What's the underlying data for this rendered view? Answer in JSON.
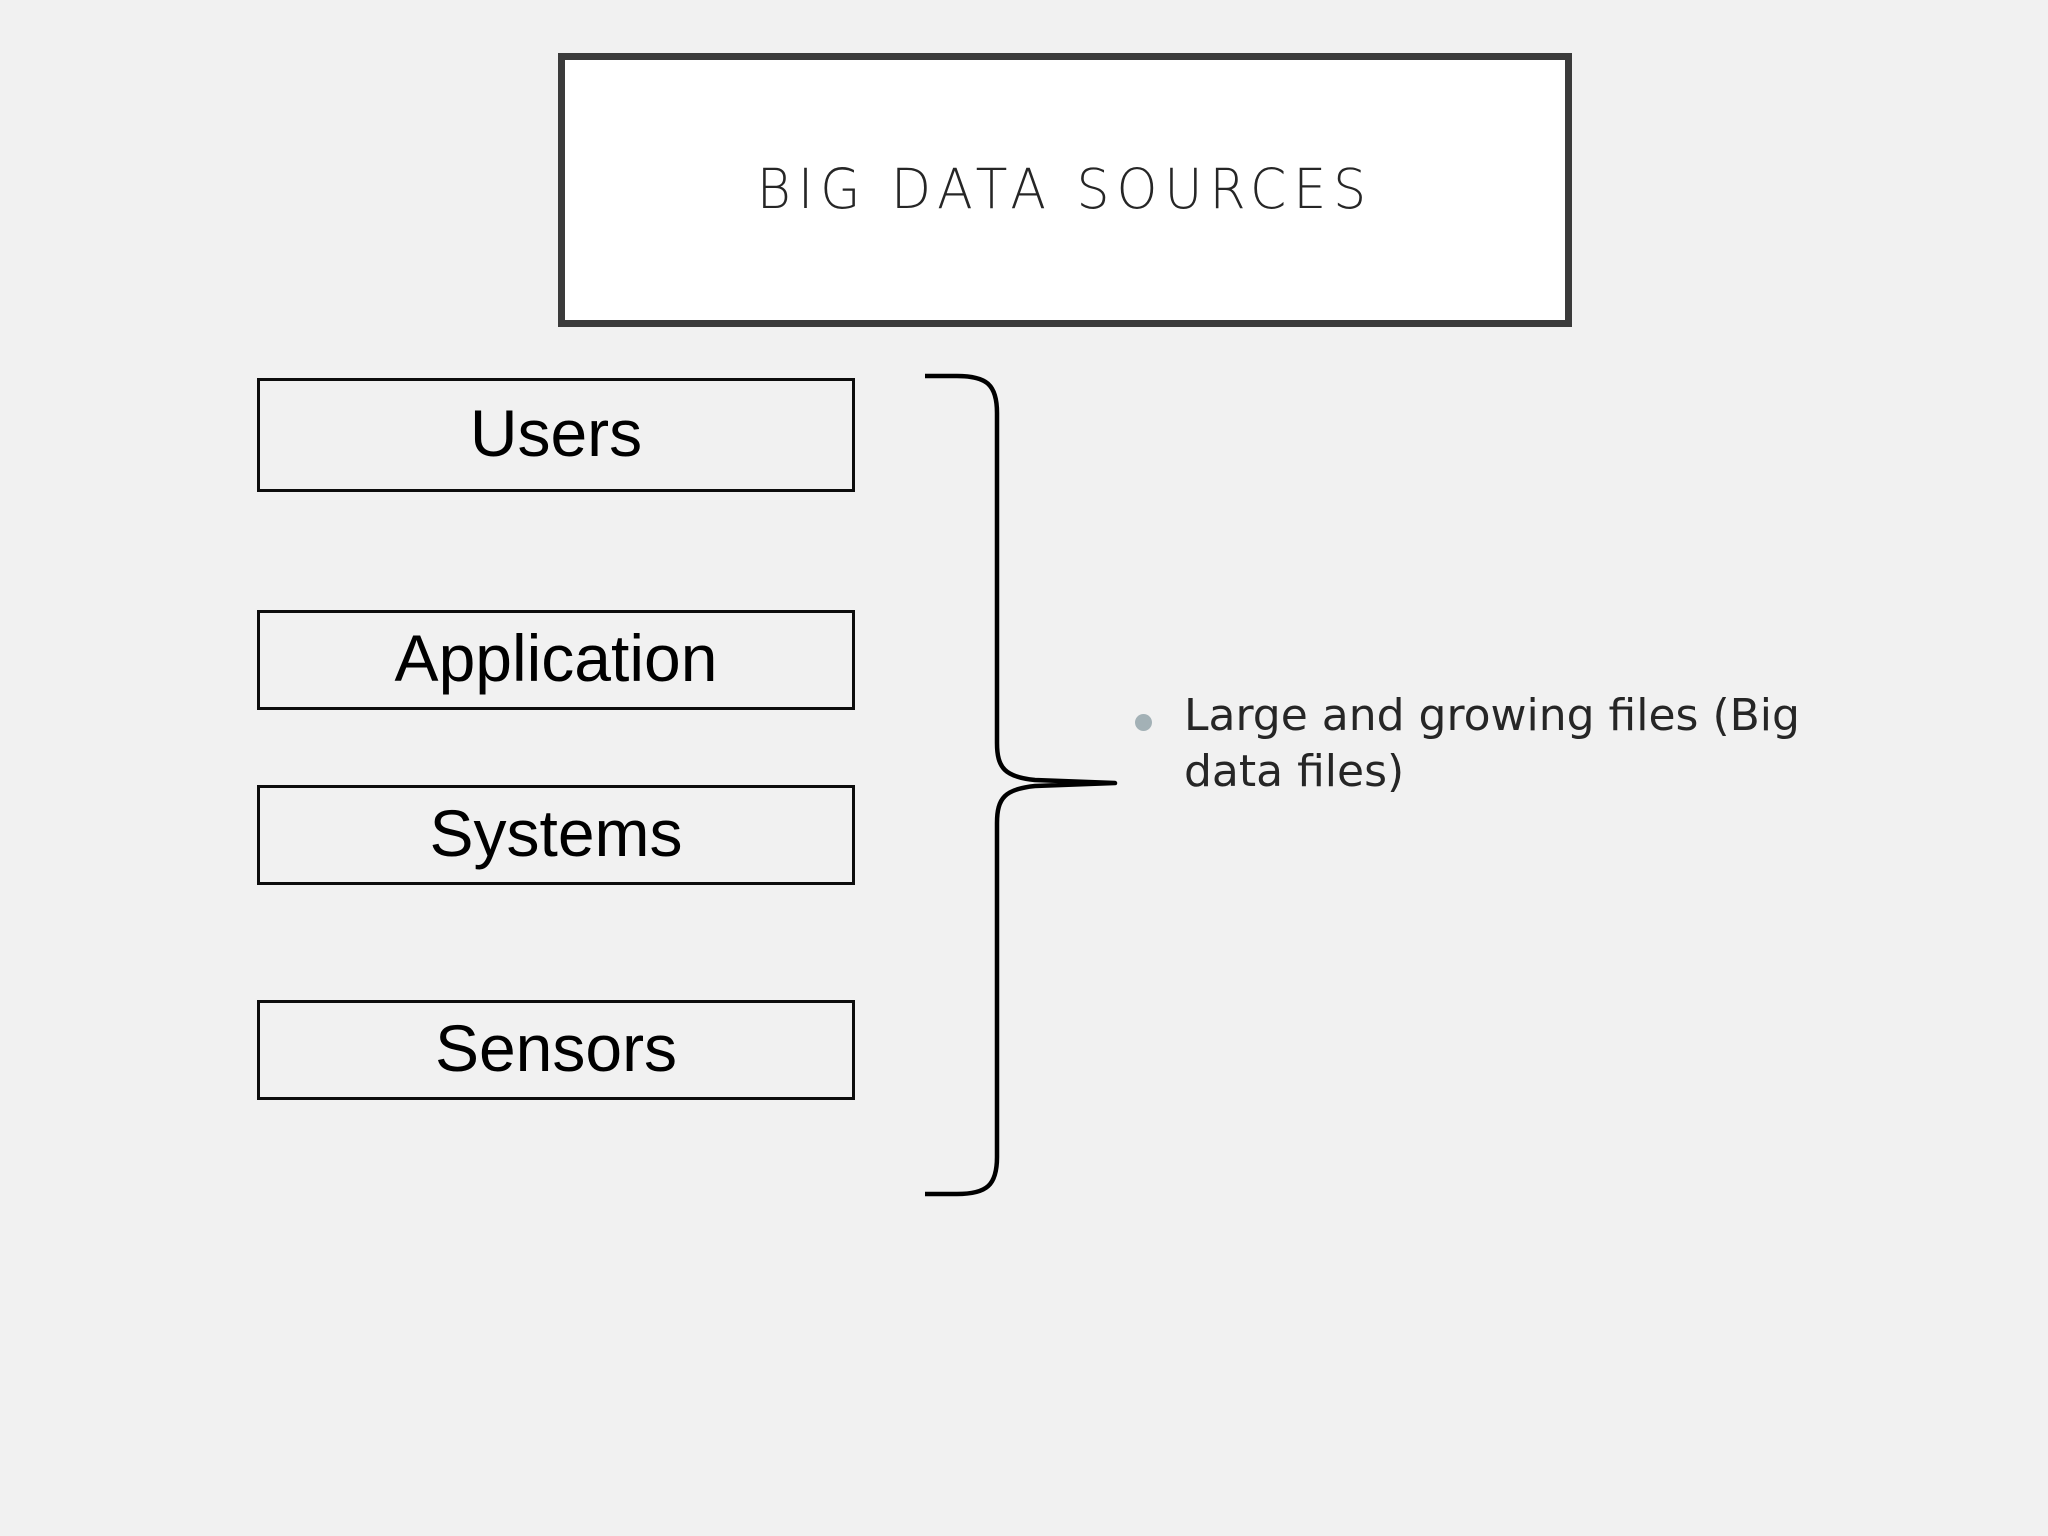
{
  "slide": {
    "background_color": "#f1f1f1"
  },
  "title": {
    "text": "BIG DATA SOURCES",
    "border_color": "#3b3b3b",
    "fill_color": "#ffffff",
    "text_color": "#262626"
  },
  "sources": {
    "items": [
      {
        "label": "Users"
      },
      {
        "label": "Application"
      },
      {
        "label": "Systems"
      },
      {
        "label": "Sensors"
      }
    ],
    "border_color": "#0d0d0d",
    "text_color": "#000000"
  },
  "brace": {
    "stroke_color": "#000000",
    "direction": "right"
  },
  "callout": {
    "bullet_color": "#a3b1b6",
    "text": "Large and growing files  (Big data files)",
    "text_color": "#262626"
  }
}
